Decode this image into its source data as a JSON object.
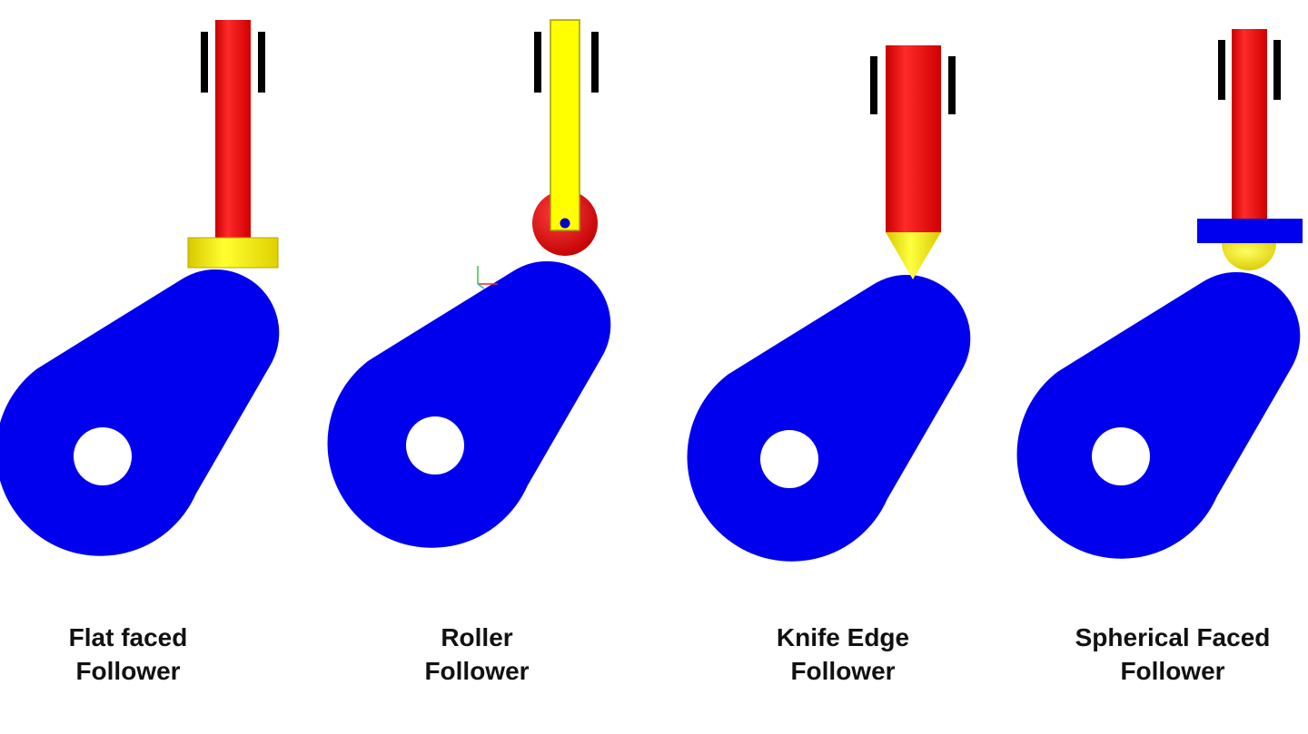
{
  "colors": {
    "cam": "#0000ee",
    "stem": "#ff0000",
    "yellow_part": "#ffff00",
    "guide": "#000000",
    "roller_pin": "#0000cc",
    "background": "#ffffff"
  },
  "followers": [
    {
      "name": "flat-faced",
      "caption_line1": "Flat faced",
      "caption_line2": "Follower"
    },
    {
      "name": "roller",
      "caption_line1": "Roller",
      "caption_line2": "Follower"
    },
    {
      "name": "knife-edge",
      "caption_line1": "Knife Edge",
      "caption_line2": "Follower"
    },
    {
      "name": "spherical-faced",
      "caption_line1": "Spherical Faced",
      "caption_line2": "Follower"
    }
  ]
}
